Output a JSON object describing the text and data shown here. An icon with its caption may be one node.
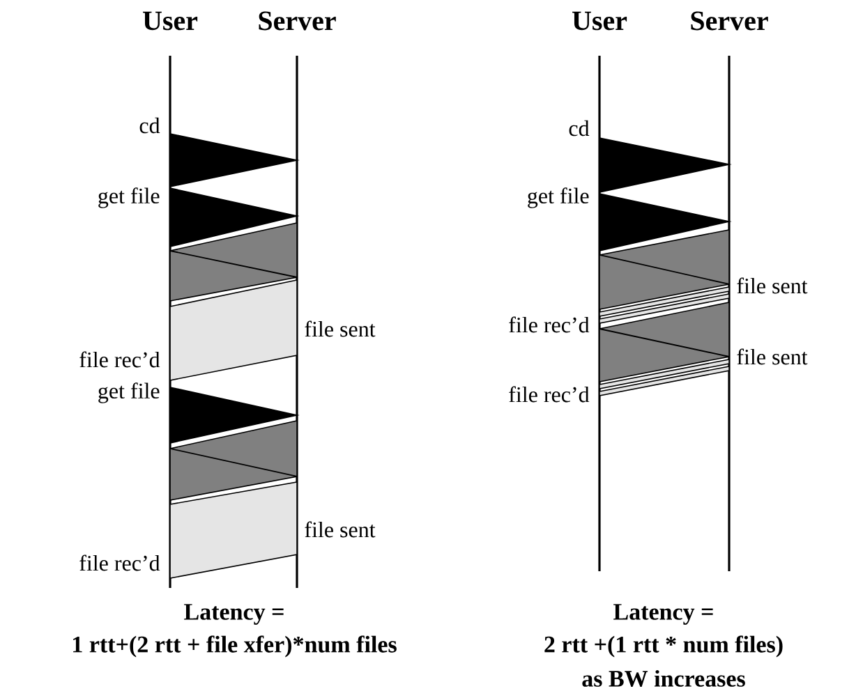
{
  "diagram": {
    "labels": [
      "User",
      "Server",
      "cd",
      "get file",
      "file sent",
      "file rec’d",
      "get file",
      "file sent",
      "file rec’d",
      "Latency =",
      "1 rtt+(2 rtt + file xfer)*num files",
      "User",
      "Server",
      "cd",
      "get file",
      "file sent",
      "file rec’d",
      "file sent",
      "file rec’d",
      "Latency =",
      "2 rtt +(1 rtt * num files)",
      "as BW increases"
    ]
  }
}
